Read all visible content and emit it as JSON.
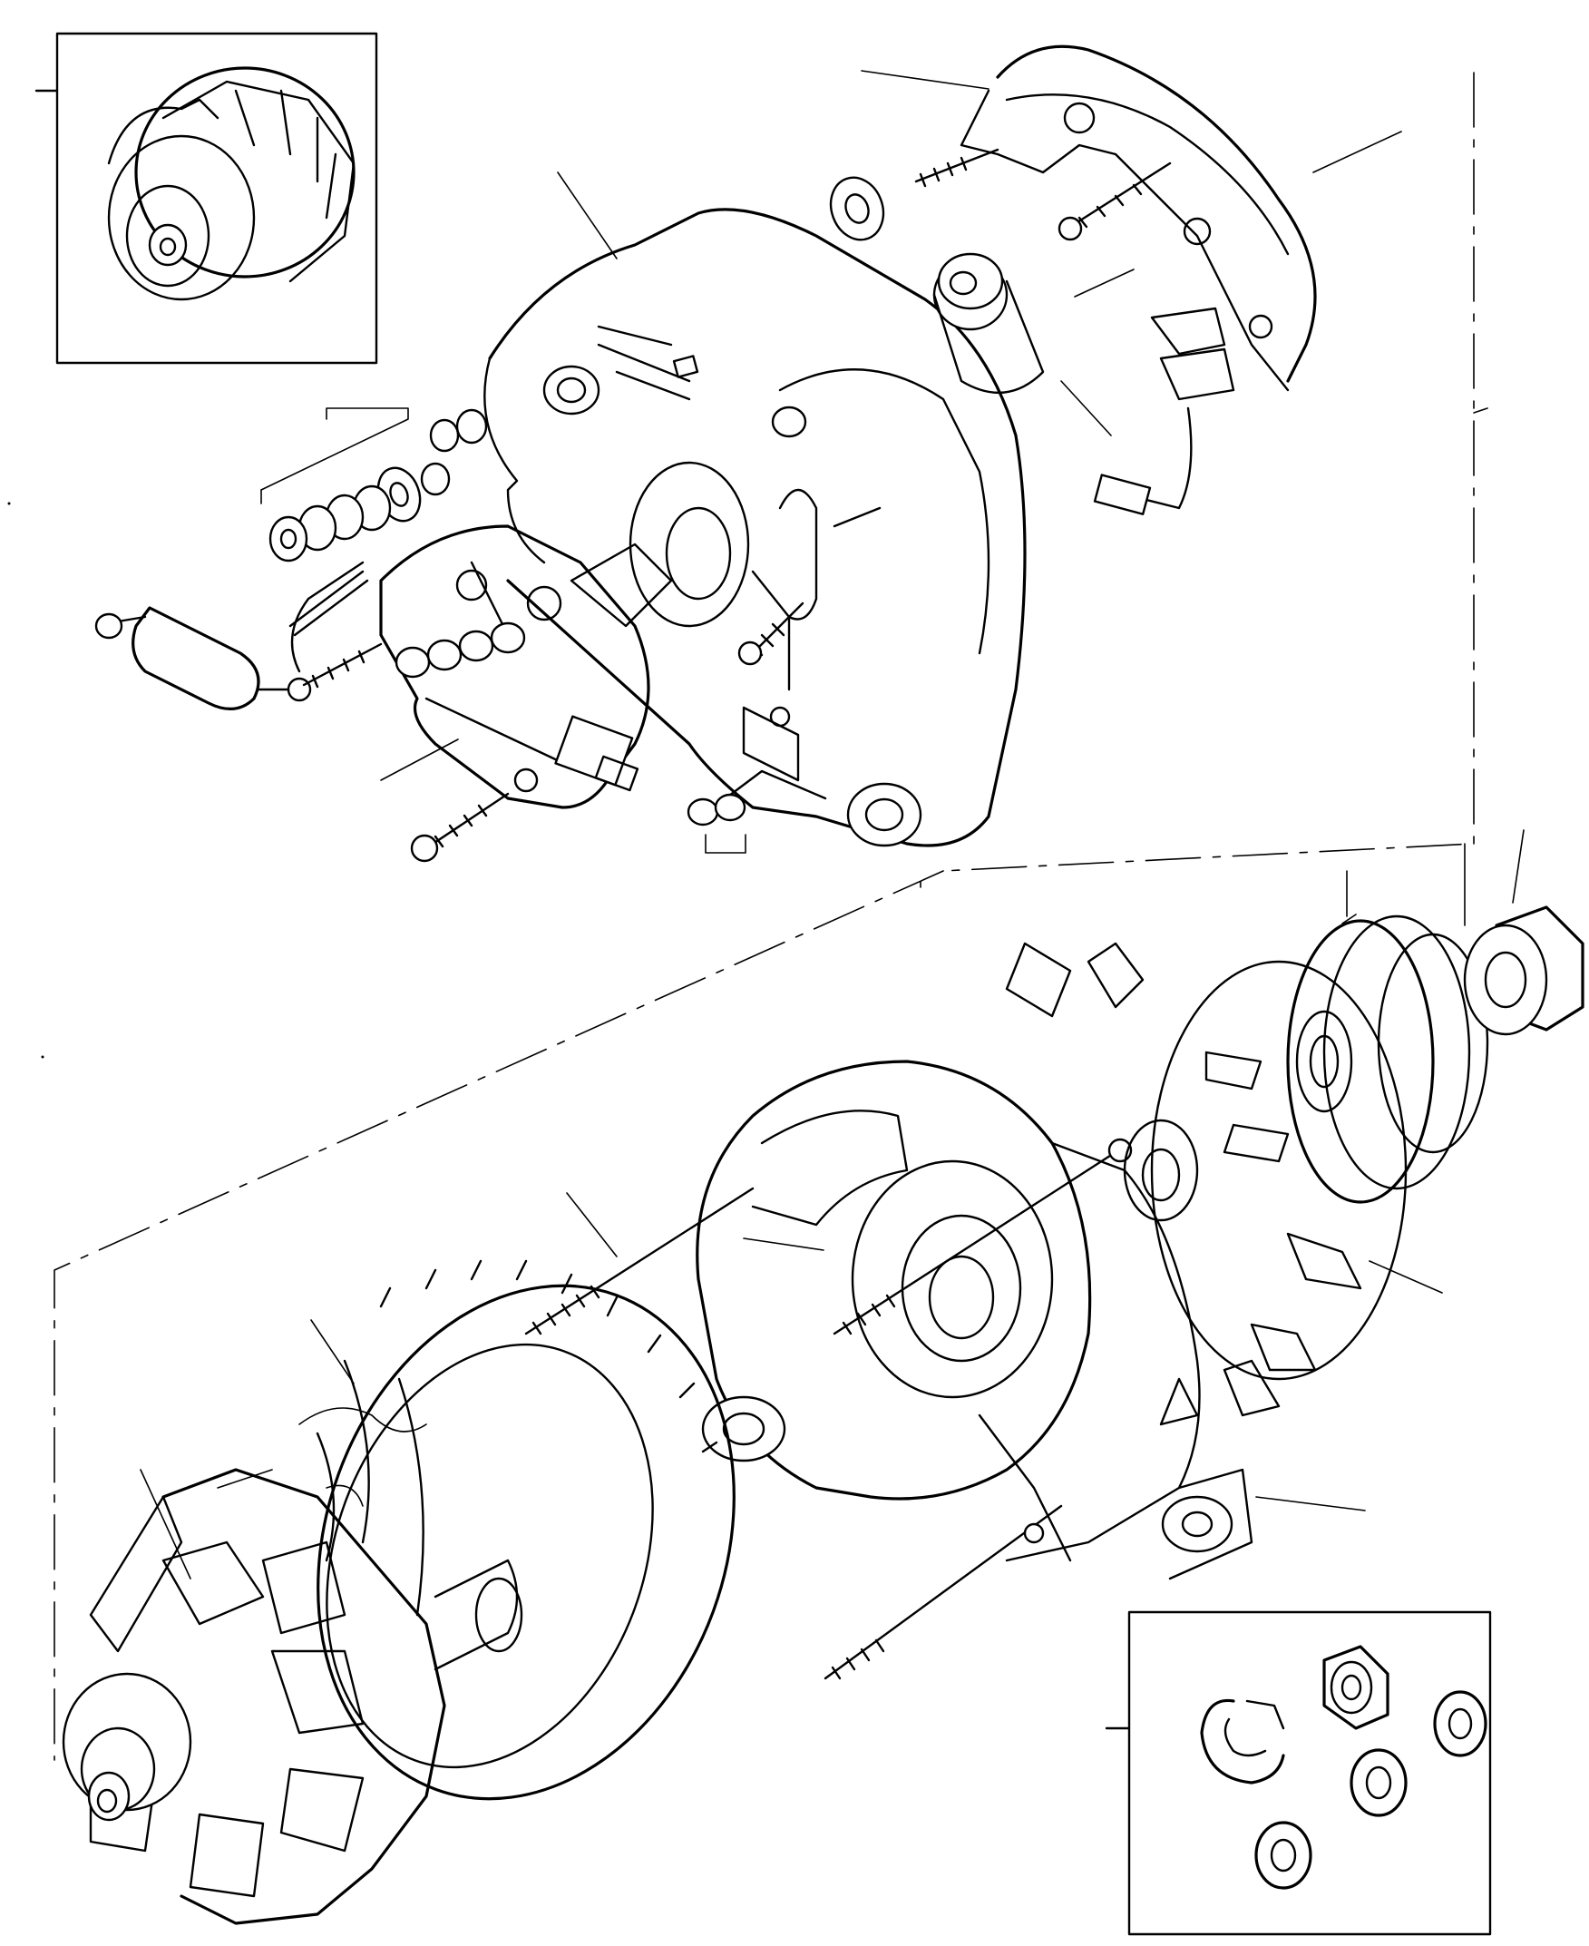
{
  "figure": {
    "kind": "exploded-view parts diagram",
    "subject": "alternator",
    "line_color": "#000000",
    "background_color": "#ffffff"
  },
  "parts": [
    {
      "name": "assembled-alternator-inset"
    },
    {
      "name": "rear-housing"
    },
    {
      "name": "brush-holder-and-regulator"
    },
    {
      "name": "rectifier-diode-plate"
    },
    {
      "name": "capacitor"
    },
    {
      "name": "terminal-hardware-set"
    },
    {
      "name": "stator"
    },
    {
      "name": "rotor"
    },
    {
      "name": "front-housing"
    },
    {
      "name": "through-bolts"
    },
    {
      "name": "cooling-fan"
    },
    {
      "name": "drive-pulley"
    },
    {
      "name": "pulley-nut"
    },
    {
      "name": "nut-and-washer-kit-inset"
    }
  ]
}
